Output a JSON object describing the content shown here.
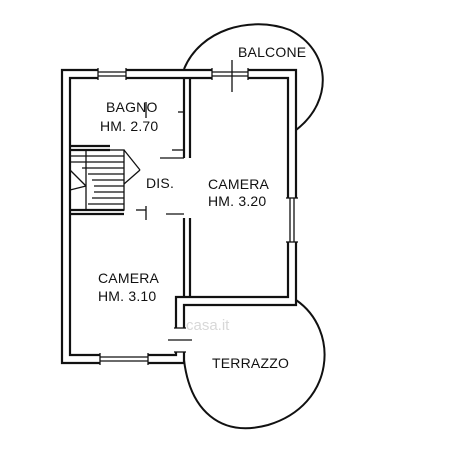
{
  "plan": {
    "rooms": {
      "bagno": {
        "name": "BAGNO",
        "height": "HM. 2.70"
      },
      "camera_right": {
        "name": "CAMERA",
        "height": "HM. 3.20"
      },
      "camera_left": {
        "name": "CAMERA",
        "height": "HM. 3.10"
      },
      "dis": {
        "name": "DIS."
      }
    },
    "outdoor": {
      "balcone": "BALCONE",
      "terrazzo": "TERRAZZO"
    },
    "watermark": "casa.it"
  }
}
